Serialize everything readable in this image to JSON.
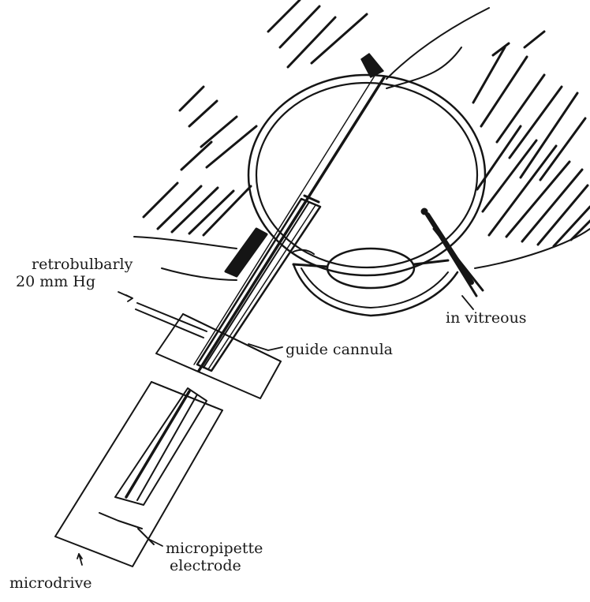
{
  "labels": {
    "retrobulbarly": "retrobulbarly",
    "pressure": "20 mm Hg",
    "guide_cannula": "guide cannula",
    "in_vitreous": "in vitreous",
    "micropipette": "micropipette",
    "electrode": "electrode",
    "microdrive": "microdrive"
  }
}
